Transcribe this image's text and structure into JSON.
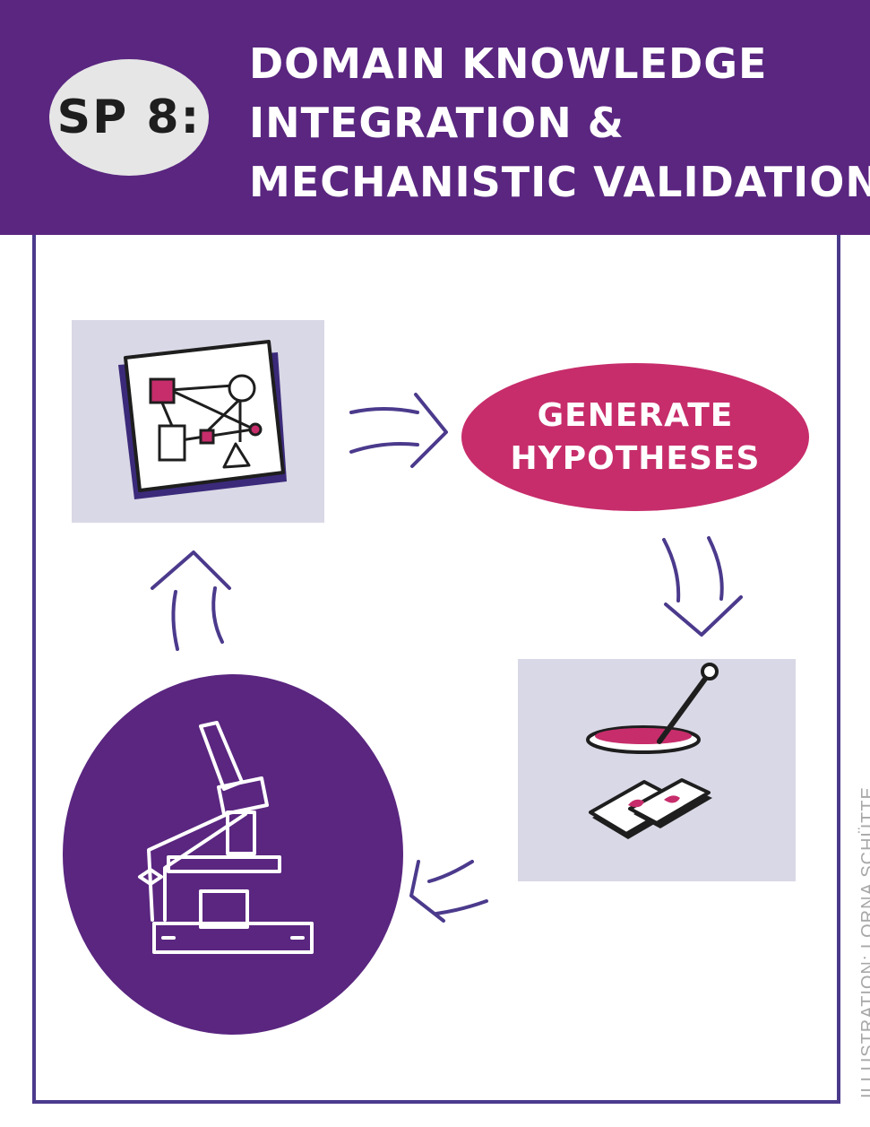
{
  "header": {
    "badge": "SP 8:",
    "title_lines": [
      "DOMAIN KNOWLEDGE",
      "INTEGRATION &",
      "MECHANISTIC VALIDATION"
    ]
  },
  "diagram": {
    "hypotheses_lines": [
      "GENERATE",
      "HYPOTHESES"
    ],
    "icons": [
      "knowledge-graph-book-icon",
      "petri-dish-icon",
      "microscope-slides-icon",
      "microscope-icon"
    ]
  },
  "credit": "ILLUSTRATION: LORNA SCHÜTTE",
  "colors": {
    "header": "#5a2680",
    "accent": "#c72d6b",
    "frame": "#4b3a8c",
    "panel": "#d9d8e6"
  }
}
